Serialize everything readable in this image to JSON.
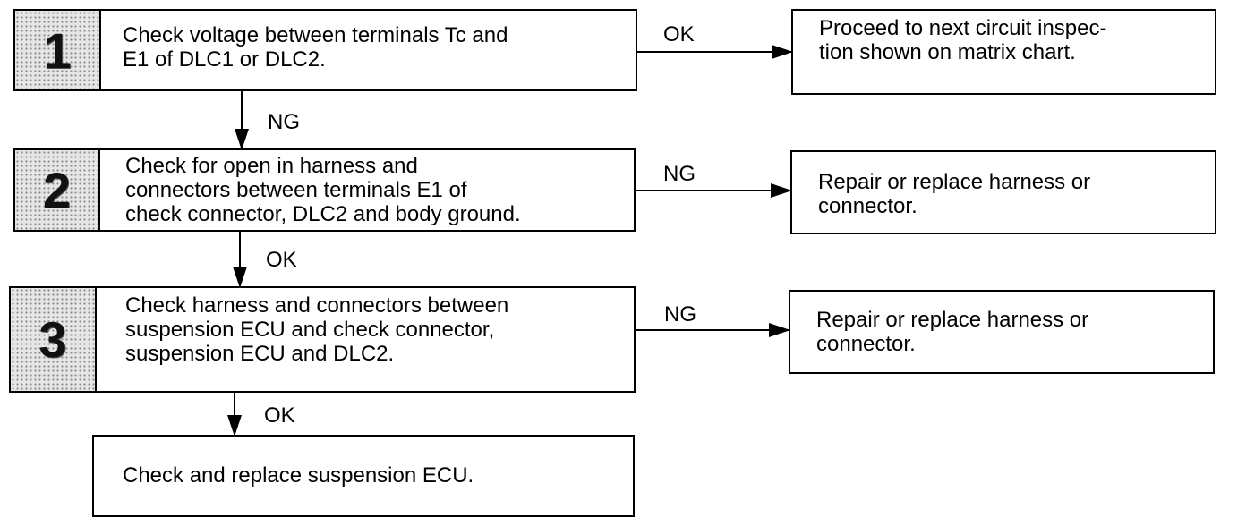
{
  "steps": [
    {
      "number": "1",
      "text": "Check voltage between terminals Tc and\nE1 of DLC1 or DLC2."
    },
    {
      "number": "2",
      "text": "Check for open in harness and\nconnectors between terminals E1 of\ncheck connector, DLC2 and body ground."
    },
    {
      "number": "3",
      "text": "Check harness and connectors between\nsuspension ECU and check connector,\nsuspension ECU and DLC2."
    }
  ],
  "final_step": {
    "text": "Check and replace suspension ECU."
  },
  "results": [
    {
      "text": "Proceed to next circuit inspec-\ntion shown on matrix chart."
    },
    {
      "text": "Repair or replace harness or\nconnector."
    },
    {
      "text": "Repair or replace harness or\nconnector."
    }
  ],
  "branch_labels": {
    "step1_right": "OK",
    "step1_down": "NG",
    "step2_right": "NG",
    "step2_down": "OK",
    "step3_right": "NG",
    "step3_down": "OK"
  }
}
